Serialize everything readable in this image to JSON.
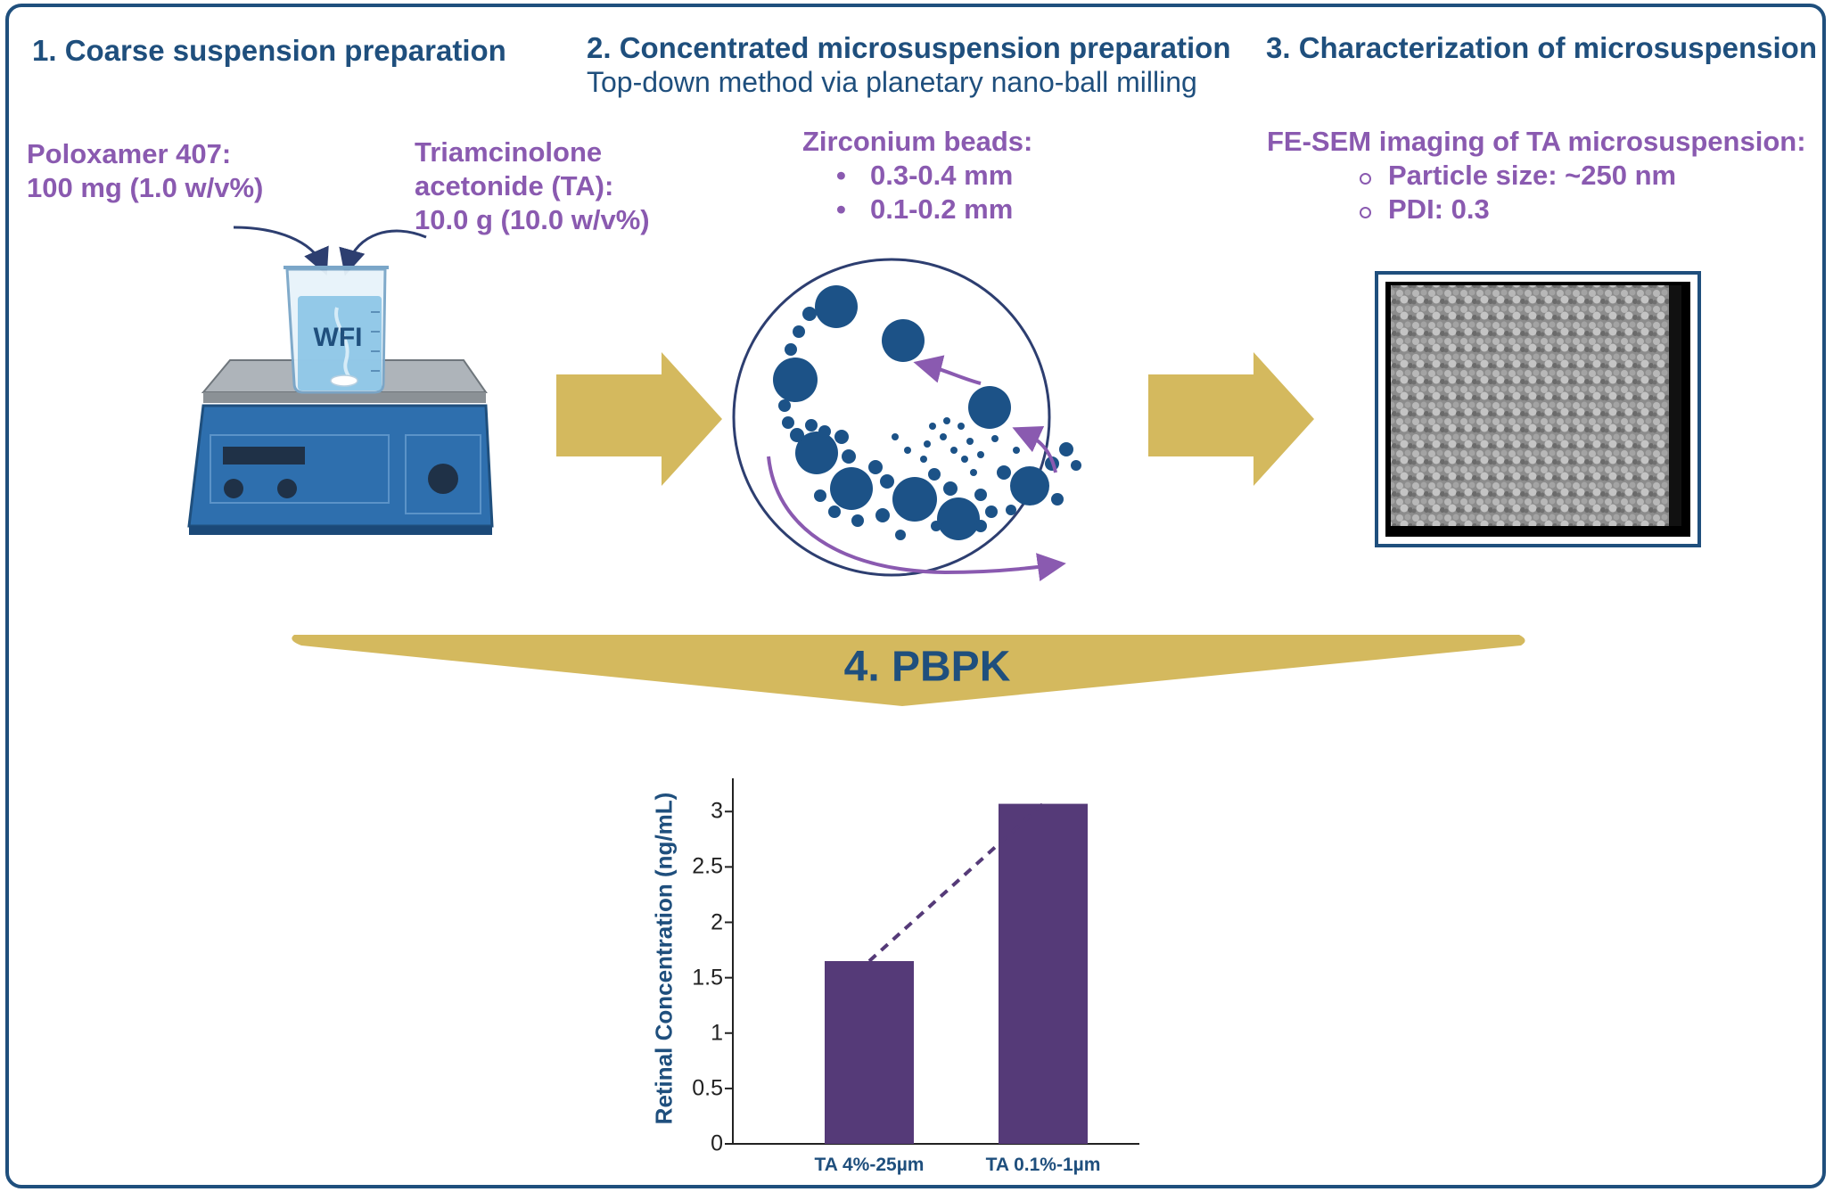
{
  "steps": {
    "step1": {
      "title": "1.  Coarse suspension preparation"
    },
    "step2": {
      "title": "2. Concentrated microsuspension preparation",
      "subtitle": "Top-down method via planetary nano-ball milling"
    },
    "step3": {
      "title": "3. Characterization of microsuspension"
    },
    "step4": {
      "title": "4. PBPK"
    }
  },
  "ingredients": {
    "poloxamer_line1": "Poloxamer 407:",
    "poloxamer_line2": "100 mg (1.0 w/v%)",
    "ta_line1": "Triamcinolone",
    "ta_line2": "acetonide (TA):",
    "ta_line3": "10.0 g (10.0 w/v%)",
    "beaker_label": "WFI"
  },
  "milling": {
    "heading": "Zirconium beads:",
    "beads": [
      "0.3-0.4 mm",
      "0.1-0.2 mm"
    ]
  },
  "characterization": {
    "heading": "FE-SEM imaging of TA microsuspension:",
    "items": [
      "Particle size:  ~250 nm",
      "PDI:  0.3"
    ]
  },
  "colors": {
    "navy": "#1f4f7d",
    "purple": "#8a5ab0",
    "gold": "#d4b95e",
    "bar": "#553a78",
    "device": "#2e6fae"
  },
  "chart_data": {
    "type": "bar",
    "categories": [
      "TA 4%-25µm",
      "TA 0.1%-1µm"
    ],
    "values": [
      1.65,
      3.07
    ],
    "ylabel": "Retinal Concentration (ng/mL)",
    "xlabel": "",
    "ylim": [
      0,
      3.3
    ],
    "yticks": [
      0,
      0.5,
      1,
      1.5,
      2,
      2.5,
      3
    ],
    "trend_line": "dashed",
    "grid": false
  }
}
